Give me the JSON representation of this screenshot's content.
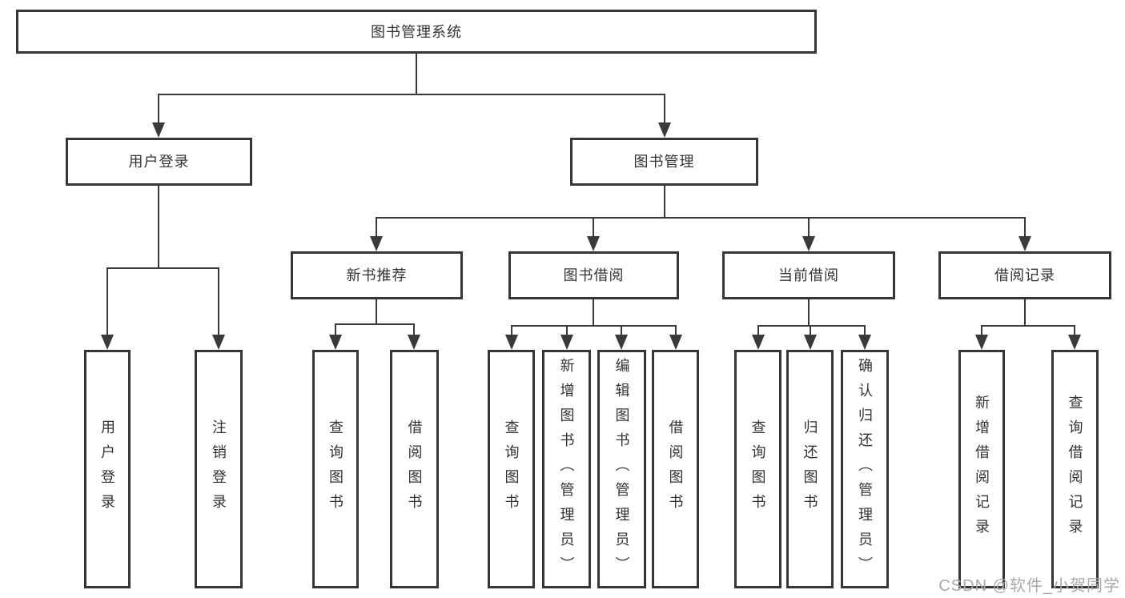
{
  "diagram": {
    "title": "图书管理系统",
    "nodes": [
      {
        "id": "root",
        "label": "图书管理系统",
        "orientation": "horizontal",
        "level": 1
      },
      {
        "id": "user-login",
        "label": "用户登录",
        "orientation": "horizontal",
        "level": 2
      },
      {
        "id": "book-mgmt",
        "label": "图书管理",
        "orientation": "horizontal",
        "level": 2
      },
      {
        "id": "new-book-rec",
        "label": "新书推荐",
        "orientation": "horizontal",
        "level": 3
      },
      {
        "id": "book-borrow",
        "label": "图书借阅",
        "orientation": "horizontal",
        "level": 3
      },
      {
        "id": "current-borrow",
        "label": "当前借阅",
        "orientation": "horizontal",
        "level": 3
      },
      {
        "id": "borrow-records",
        "label": "借阅记录",
        "orientation": "horizontal",
        "level": 3
      },
      {
        "id": "leaf-user-login",
        "label": "用户登录",
        "orientation": "vertical",
        "level": 4
      },
      {
        "id": "leaf-logout",
        "label": "注销登录",
        "orientation": "vertical",
        "level": 4
      },
      {
        "id": "leaf-query-book-1",
        "label": "查询图书",
        "orientation": "vertical",
        "level": 4
      },
      {
        "id": "leaf-borrow-book-1",
        "label": "借阅图书",
        "orientation": "vertical",
        "level": 4
      },
      {
        "id": "leaf-query-book-2",
        "label": "查询图书",
        "orientation": "vertical",
        "level": 4
      },
      {
        "id": "leaf-add-book",
        "label": "新增图书（管理员）",
        "orientation": "vertical",
        "level": 4
      },
      {
        "id": "leaf-edit-book",
        "label": "编辑图书（管理员）",
        "orientation": "vertical",
        "level": 4
      },
      {
        "id": "leaf-borrow-book-2",
        "label": "借阅图书",
        "orientation": "vertical",
        "level": 4
      },
      {
        "id": "leaf-query-book-3",
        "label": "查询图书",
        "orientation": "vertical",
        "level": 4
      },
      {
        "id": "leaf-return-book",
        "label": "归还图书",
        "orientation": "vertical",
        "level": 4
      },
      {
        "id": "leaf-confirm-return",
        "label": "确认归还（管理员）",
        "orientation": "vertical",
        "level": 4
      },
      {
        "id": "leaf-add-record",
        "label": "新增借阅记录",
        "orientation": "vertical",
        "level": 4
      },
      {
        "id": "leaf-query-record",
        "label": "查询借阅记录",
        "orientation": "vertical",
        "level": 4
      }
    ],
    "hierarchy": {
      "root": [
        "user-login",
        "book-mgmt"
      ],
      "user-login": [
        "leaf-user-login",
        "leaf-logout"
      ],
      "book-mgmt": [
        "new-book-rec",
        "book-borrow",
        "current-borrow",
        "borrow-records"
      ],
      "new-book-rec": [
        "leaf-query-book-1",
        "leaf-borrow-book-1"
      ],
      "book-borrow": [
        "leaf-query-book-2",
        "leaf-add-book",
        "leaf-edit-book",
        "leaf-borrow-book-2"
      ],
      "current-borrow": [
        "leaf-query-book-3",
        "leaf-return-book",
        "leaf-confirm-return"
      ],
      "borrow-records": [
        "leaf-add-record",
        "leaf-query-record"
      ]
    }
  },
  "watermark": {
    "text": "CSDN @软件_小贺同学"
  },
  "colors": {
    "box_border": "#363636",
    "connector": "#3a3a3a",
    "label_text": "#333333",
    "watermark_text": "#a9a9a9",
    "background": "#ffffff"
  }
}
